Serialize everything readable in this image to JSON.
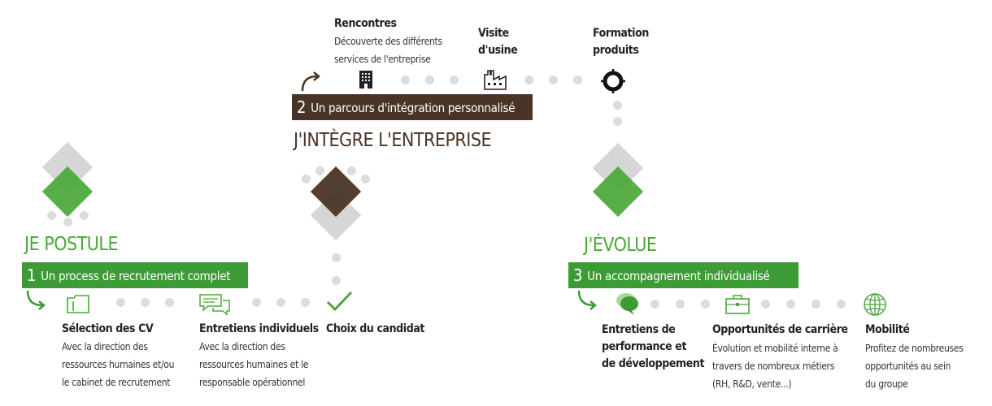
{
  "sections": {
    "postule": {
      "title": "JE POSTULE",
      "step_number": "1",
      "banner": "Un process de recrutement complet",
      "items": [
        {
          "label": "Sélection des CV",
          "desc_lines": [
            "Avec la direction des",
            "ressources humaines et/ou",
            "le cabinet de recrutement"
          ],
          "icon": "folder-icon"
        },
        {
          "label": "Entretiens individuels",
          "desc_lines": [
            "Avec la direction des",
            "ressources humaines et le",
            "responsable opérationnel"
          ],
          "icon": "chat-bubbles-icon"
        },
        {
          "label": "Choix du candidat",
          "icon": "checkmark-icon"
        }
      ]
    },
    "integre": {
      "title": "J'INTÈGRE L'ENTREPRISE",
      "step_number": "2",
      "banner": "Un parcours d'intégration personnalisé",
      "items": [
        {
          "label": "Rencontres",
          "desc_lines": [
            "Découverte des différents",
            "services de l'entreprise"
          ],
          "icon": "building-icon"
        },
        {
          "label_lines": [
            "Visite",
            "d'usine"
          ],
          "icon": "factory-icon"
        },
        {
          "label_lines": [
            "Formation",
            "produits"
          ],
          "icon": "ring-icon"
        }
      ]
    },
    "evolue": {
      "title": "J'ÉVOLUE",
      "step_number": "3",
      "banner": "Un accompagnement individualisé",
      "items": [
        {
          "label_lines": [
            "Entretiens de",
            "performance et",
            "de développement"
          ],
          "icon": "speech-bubble-icon"
        },
        {
          "label": "Opportunités de carrière",
          "desc_lines": [
            "Évolution et mobilité interne à",
            "travers de nombreux métiers",
            "(RH, R&D, vente...)"
          ],
          "icon": "briefcase-icon"
        },
        {
          "label": "Mobilité",
          "desc_lines": [
            "Profitez de nombreuses",
            "opportunités au sein",
            "du groupe"
          ],
          "icon": "globe-icon"
        }
      ]
    }
  },
  "colors": {
    "green": "#3d9b35",
    "green_light": "#4aa839",
    "brown": "#4a3427",
    "grey_dot": "#dcdcdc",
    "grey_diamond": "#d6d6d6"
  }
}
